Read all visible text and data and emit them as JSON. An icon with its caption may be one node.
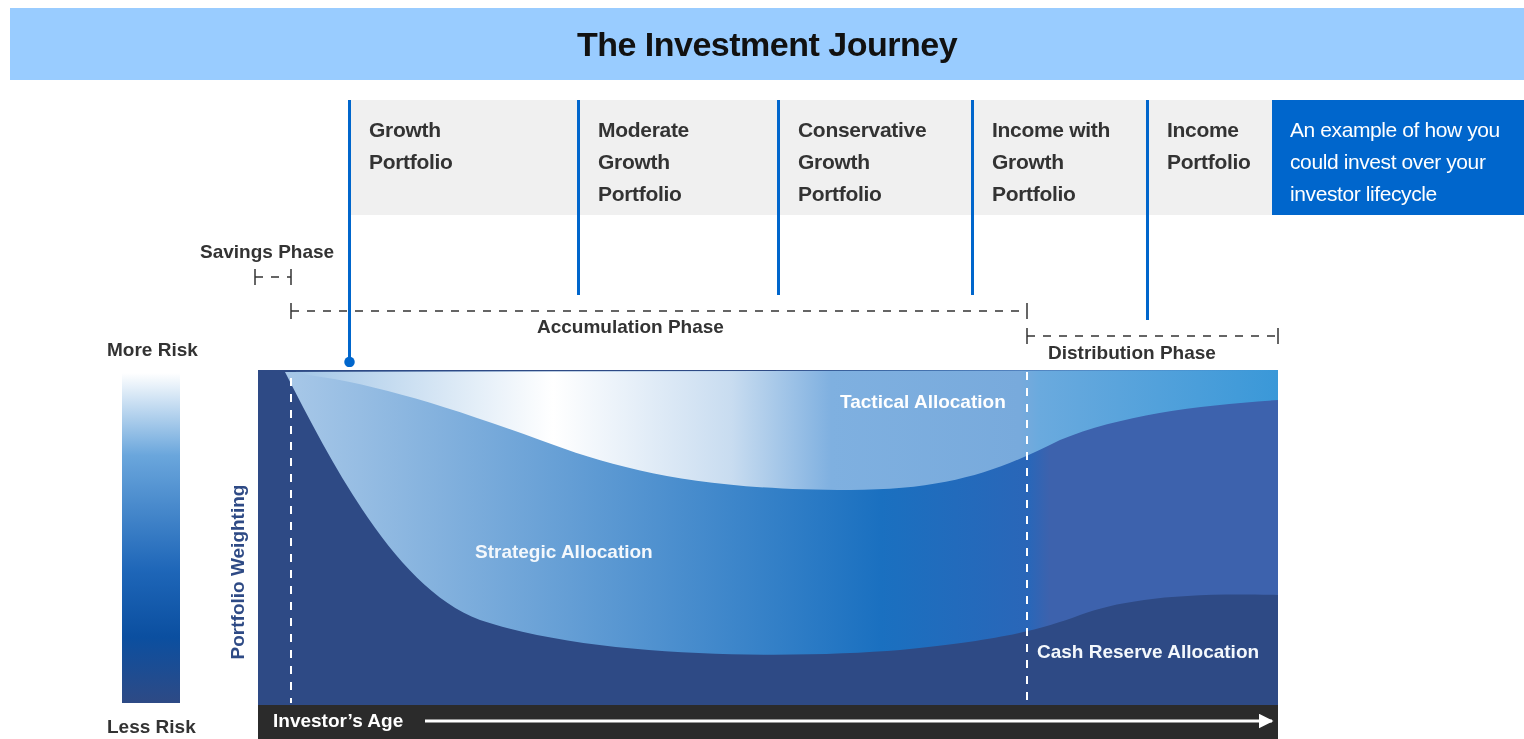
{
  "diagram": {
    "title": "The Investment Journey",
    "nodes": [
      {
        "text": [
          "Growth Portfolio"
        ]
      },
      {
        "text": [
          "Moderate Growth Portfolio"
        ]
      },
      {
        "text": [
          "Conservative Growth Portfolio"
        ]
      },
      {
        "text": [
          "Income with Growth Portfolio"
        ]
      },
      {
        "text": [
          "Income Portfolio"
        ]
      },
      {
        "text": [
          "An example of how you could invest over your investor lifecycle"
        ]
      },
      {
        "text": [],
        "shape": "picture"
      }
    ],
    "edges": [
      {
        "from": 0,
        "to": 6,
        "arrow": "other"
      }
    ],
    "labels": [
      "Savings Phase",
      "Accumulation Phase",
      "More Risk",
      "Distribution Phase",
      "Tactical Allocation",
      "Portfolio Weighting",
      "Strategic Allocation",
      "Cash Reserve Allocation",
      "Less Risk",
      "Investor’s Age"
    ]
  }
}
